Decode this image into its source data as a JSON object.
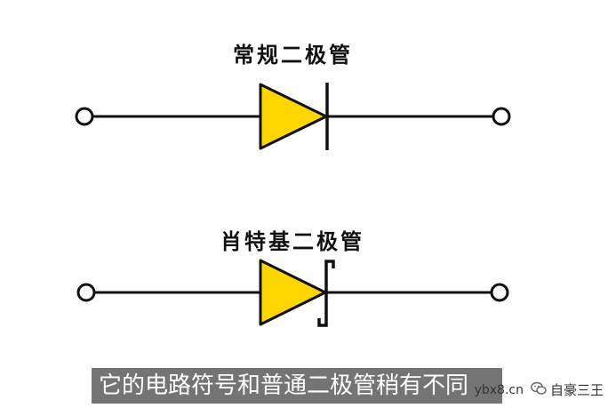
{
  "diagram": {
    "regular_diode_label": "常规二极管",
    "schottky_diode_label": "肖特基二极管",
    "diode_fill": "#FFD700",
    "line_color": "#111111"
  },
  "subtitle": {
    "text": "它的电路符号和普通二极管稍有不同"
  },
  "watermark": {
    "site": "ybx8.cn",
    "account": "自豪三王",
    "logo_icon": "wechat-icon"
  }
}
